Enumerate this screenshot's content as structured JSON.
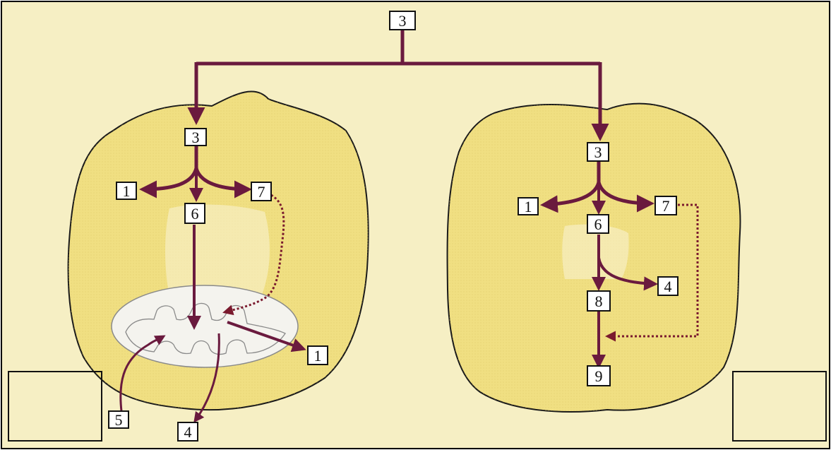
{
  "colors": {
    "background": "#f6efc4",
    "cell_fill": "#f0df82",
    "cell_outline": "#1a1a1a",
    "pathway_arrow": "#6a1a3e",
    "dashed_arrow": "#7a1a2e",
    "organelle_fill": "#f4f3ee",
    "organelle_outline": "#8a8a8a",
    "label_box": "#ffffff"
  },
  "labels": {
    "top": "3",
    "left_cell": {
      "source": "3",
      "branch_left": "1",
      "branch_middle": "6",
      "branch_right": "7",
      "exit_right": "1",
      "bottom_left": "5",
      "bottom_middle": "4"
    },
    "right_cell": {
      "source": "3",
      "branch_left": "1",
      "branch_middle": "6",
      "branch_right": "7",
      "side_product": "4",
      "middle": "8",
      "end": "9"
    }
  },
  "empty_boxes": [
    "",
    ""
  ]
}
